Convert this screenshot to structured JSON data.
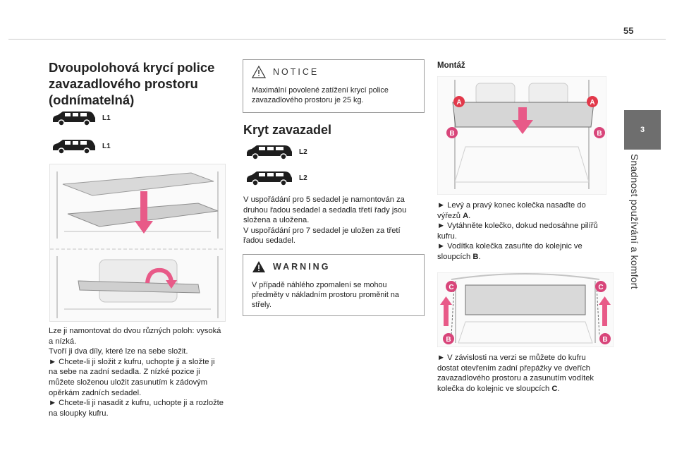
{
  "page": {
    "number": "55",
    "chapter_number": "3",
    "chapter_title": "Snadnost používání a komfort"
  },
  "left": {
    "title": "Dvoupolohová krycí police zavazadlového prostoru (odnímatelná)",
    "car_labels": [
      "L1",
      "L1"
    ],
    "paragraphs": [
      "Lze ji namontovat do dvou různých poloh: vysoká a nízká.",
      "Tvoří ji dva díly, které lze na sebe složit.",
      "► Chcete-li ji složit z kufru, uchopte ji a složte ji na sebe na zadní sedadla. Z nízké pozice ji můžete složenou uložit zasunutím k zádovým opěrkám zadních sedadel.",
      "► Chcete-li ji nasadit z kufru, uchopte ji a rozložte na sloupky kufru."
    ]
  },
  "middle": {
    "notice": {
      "title": "NOTICE",
      "text": "Maximální povolené zatížení krycí police zavazadlového prostoru je 25 kg."
    },
    "heading": "Kryt zavazadel",
    "car_labels": [
      "L2",
      "L2"
    ],
    "paragraphs": [
      "V uspořádání pro 5 sedadel je namontován za druhou řadou sedadel a sedadla třetí řady jsou složena a uložena.",
      "V uspořádání pro 7 sedadel je uložen za třetí řadou sedadel."
    ],
    "warning": {
      "title": "WARNING",
      "text": "V případě náhlého zpomalení se mohou předměty v nákladním prostoru proměnit na střely."
    }
  },
  "right": {
    "heading": "Montáž",
    "figure1_labels": [
      "A",
      "A",
      "B",
      "B"
    ],
    "steps": [
      {
        "pre": "► Levý a pravý konec kolečka nasaďte do výřezů ",
        "bold": "A",
        "post": "."
      },
      {
        "pre": "► Vytáhněte kolečko, dokud nedosáhne pilířů kufru.",
        "bold": "",
        "post": ""
      },
      {
        "pre": "► Vodítka kolečka zasuňte do kolejnic ve sloupcích ",
        "bold": "B",
        "post": "."
      }
    ],
    "figure2_labels": [
      "C",
      "C",
      "B",
      "B"
    ],
    "final": {
      "pre": "► V závislosti na verzi se můžete do kufru dostat otevřením zadní přepážky ve dveřích zavazadlového prostoru a zasunutím vodítek kolečka do kolejnic ve sloupcích ",
      "bold": "C",
      "post": "."
    }
  },
  "colors": {
    "arrow_pink": "#e85a88",
    "label_red": "#e2384a",
    "label_pink": "#d8457a",
    "side_tab": "#6e6e6e"
  },
  "icons": [
    "car-icon",
    "warning-triangle-icon",
    "arrow-down-icon",
    "rotate-arrow-icon"
  ]
}
